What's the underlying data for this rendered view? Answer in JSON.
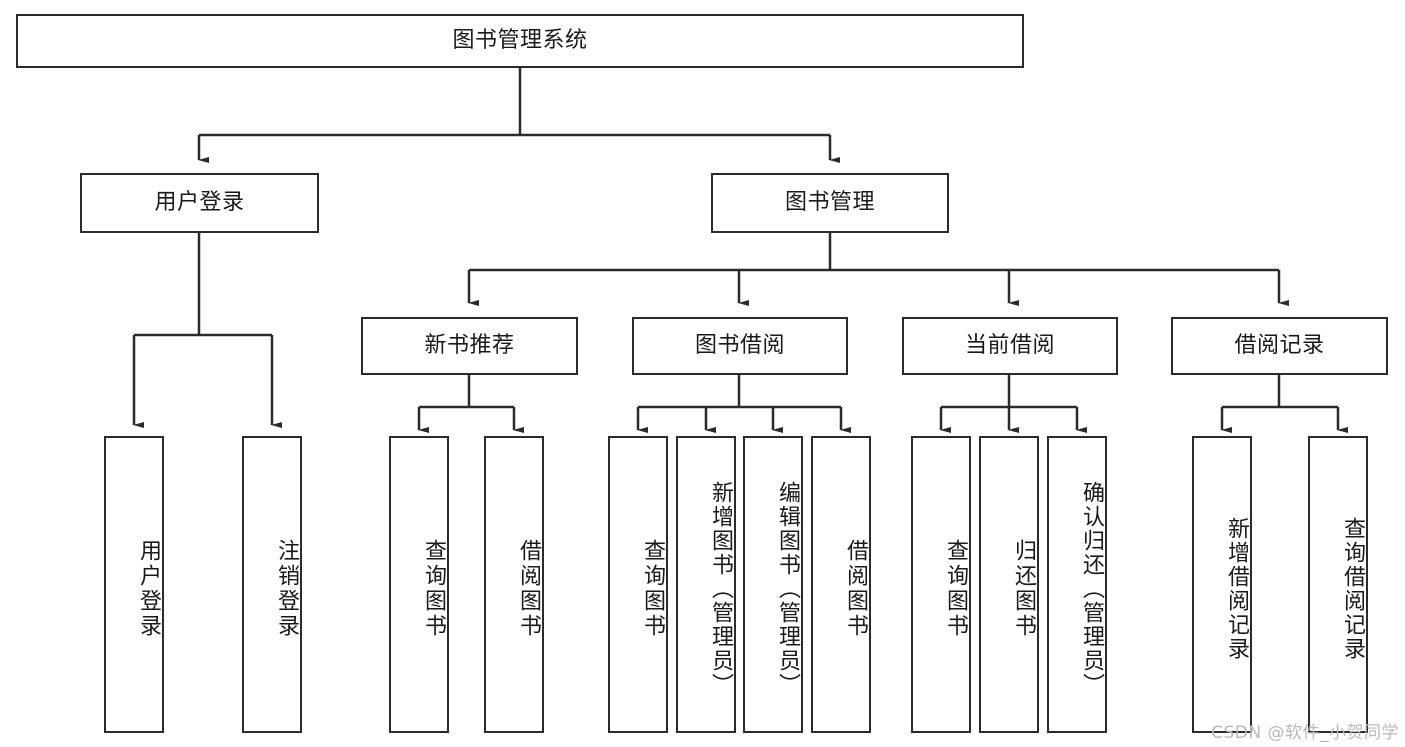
{
  "diagram": {
    "title": "图书管理系统",
    "watermark": "CSDN @软件_小贺同学",
    "type": "tree-hierarchy-diagram",
    "accent_color": "#2b2b2b",
    "background_color": "#ffffff",
    "root": {
      "label": "图书管理系统"
    },
    "level2": [
      {
        "label": "用户登录"
      },
      {
        "label": "图书管理"
      }
    ],
    "level3": [
      {
        "label": "新书推荐"
      },
      {
        "label": "图书借阅"
      },
      {
        "label": "当前借阅"
      },
      {
        "label": "借阅记录"
      }
    ],
    "leaves": {
      "user_login": [
        {
          "label": "用户登录"
        },
        {
          "label": "注销登录"
        }
      ],
      "new_book_recommend": [
        {
          "label": "查询图书"
        },
        {
          "label": "借阅图书"
        }
      ],
      "book_borrow": [
        {
          "label": "查询图书"
        },
        {
          "label": "新增图书（管理员）"
        },
        {
          "label": "编辑图书（管理员）"
        },
        {
          "label": "借阅图书"
        }
      ],
      "current_borrow": [
        {
          "label": "查询图书"
        },
        {
          "label": "归还图书"
        },
        {
          "label": "确认归还（管理员）"
        }
      ],
      "borrow_records": [
        {
          "label": "新增借阅记录"
        },
        {
          "label": "查询借阅记录"
        }
      ]
    }
  }
}
